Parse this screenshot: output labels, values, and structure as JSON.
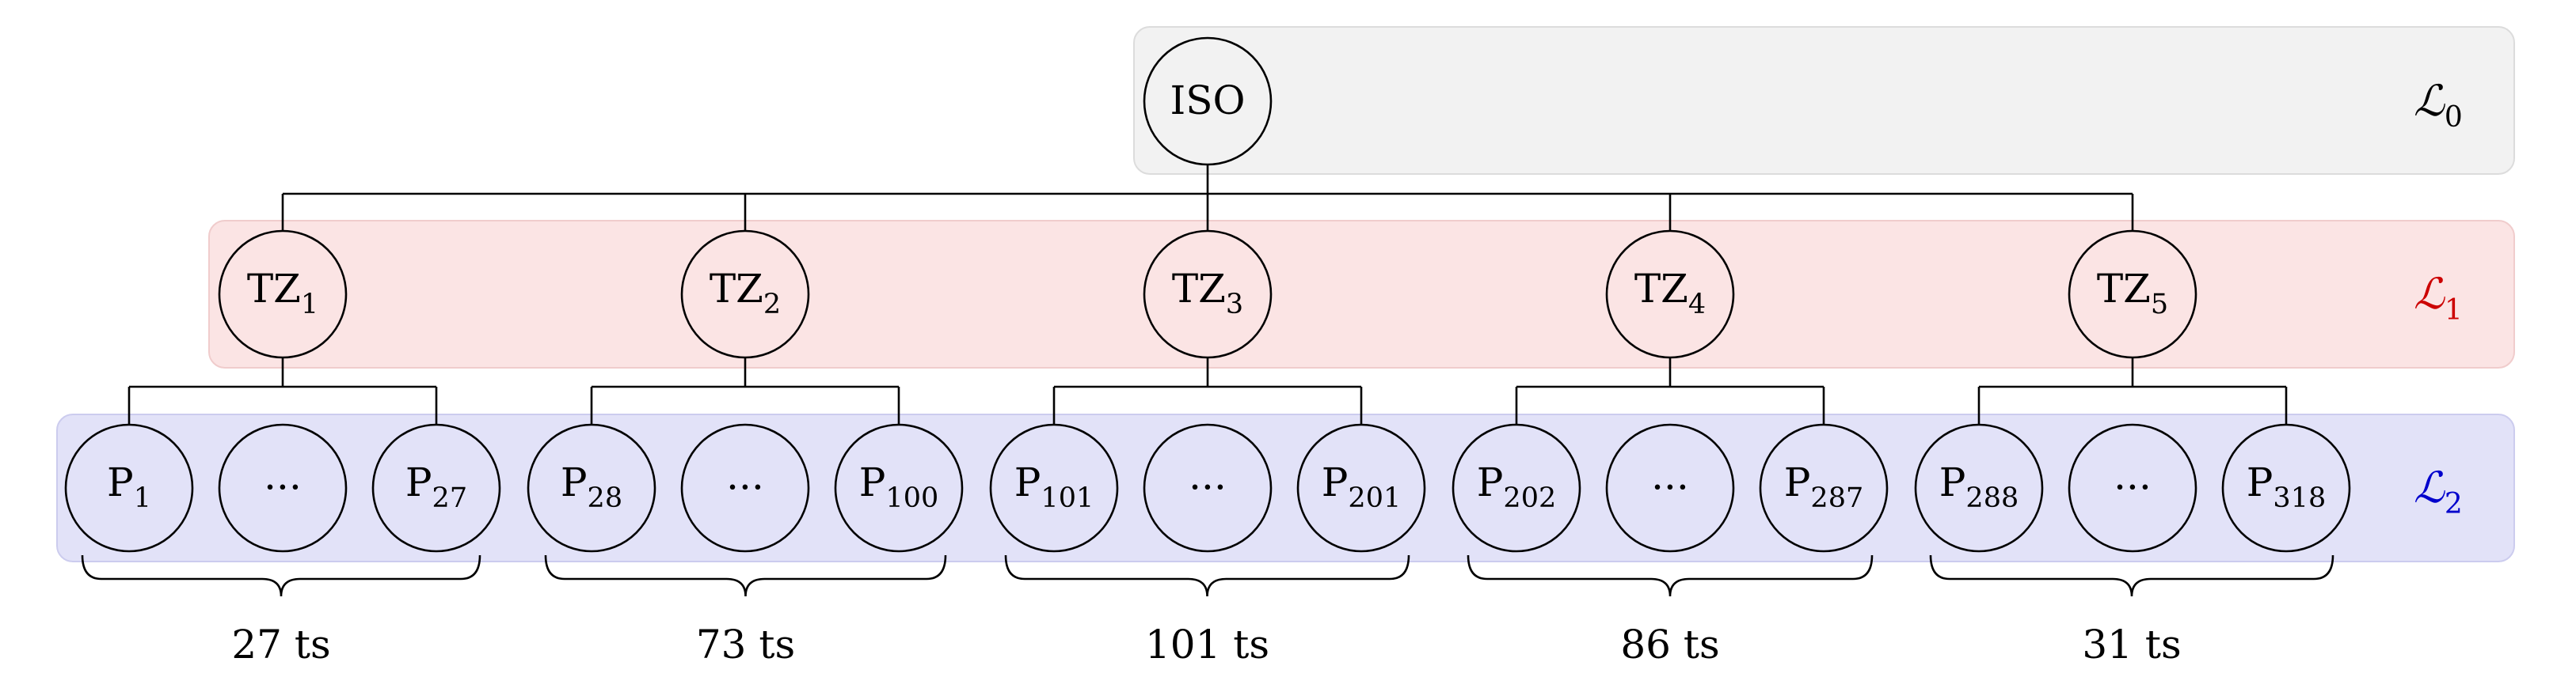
{
  "levels": [
    {
      "id": "L0",
      "label": "ℒ",
      "sub": "0",
      "fill": "#f2f2f2",
      "stroke": "#dcdcdc",
      "label_color": "#000000"
    },
    {
      "id": "L1",
      "label": "ℒ",
      "sub": "1",
      "fill": "#fbe4e4",
      "stroke": "#f0cccc",
      "label_color": "#cc0000"
    },
    {
      "id": "L2",
      "label": "ℒ",
      "sub": "2",
      "fill": "#e2e2f8",
      "stroke": "#ccccee",
      "label_color": "#0000cc"
    }
  ],
  "root": {
    "label": "ISO"
  },
  "zones": [
    {
      "label": "TZ",
      "sub": "1",
      "children": [
        {
          "label": "P",
          "sub": "1"
        },
        {
          "label": "···",
          "sub": ""
        },
        {
          "label": "P",
          "sub": "27"
        }
      ],
      "count": "27 ts"
    },
    {
      "label": "TZ",
      "sub": "2",
      "children": [
        {
          "label": "P",
          "sub": "28"
        },
        {
          "label": "···",
          "sub": ""
        },
        {
          "label": "P",
          "sub": "100"
        }
      ],
      "count": "73 ts"
    },
    {
      "label": "TZ",
      "sub": "3",
      "children": [
        {
          "label": "P",
          "sub": "101"
        },
        {
          "label": "···",
          "sub": ""
        },
        {
          "label": "P",
          "sub": "201"
        }
      ],
      "count": "101 ts"
    },
    {
      "label": "TZ",
      "sub": "4",
      "children": [
        {
          "label": "P",
          "sub": "202"
        },
        {
          "label": "···",
          "sub": ""
        },
        {
          "label": "P",
          "sub": "287"
        }
      ],
      "count": "86 ts"
    },
    {
      "label": "TZ",
      "sub": "5",
      "children": [
        {
          "label": "P",
          "sub": "288"
        },
        {
          "label": "···",
          "sub": ""
        },
        {
          "label": "P",
          "sub": "318"
        }
      ],
      "count": "31 ts"
    }
  ]
}
